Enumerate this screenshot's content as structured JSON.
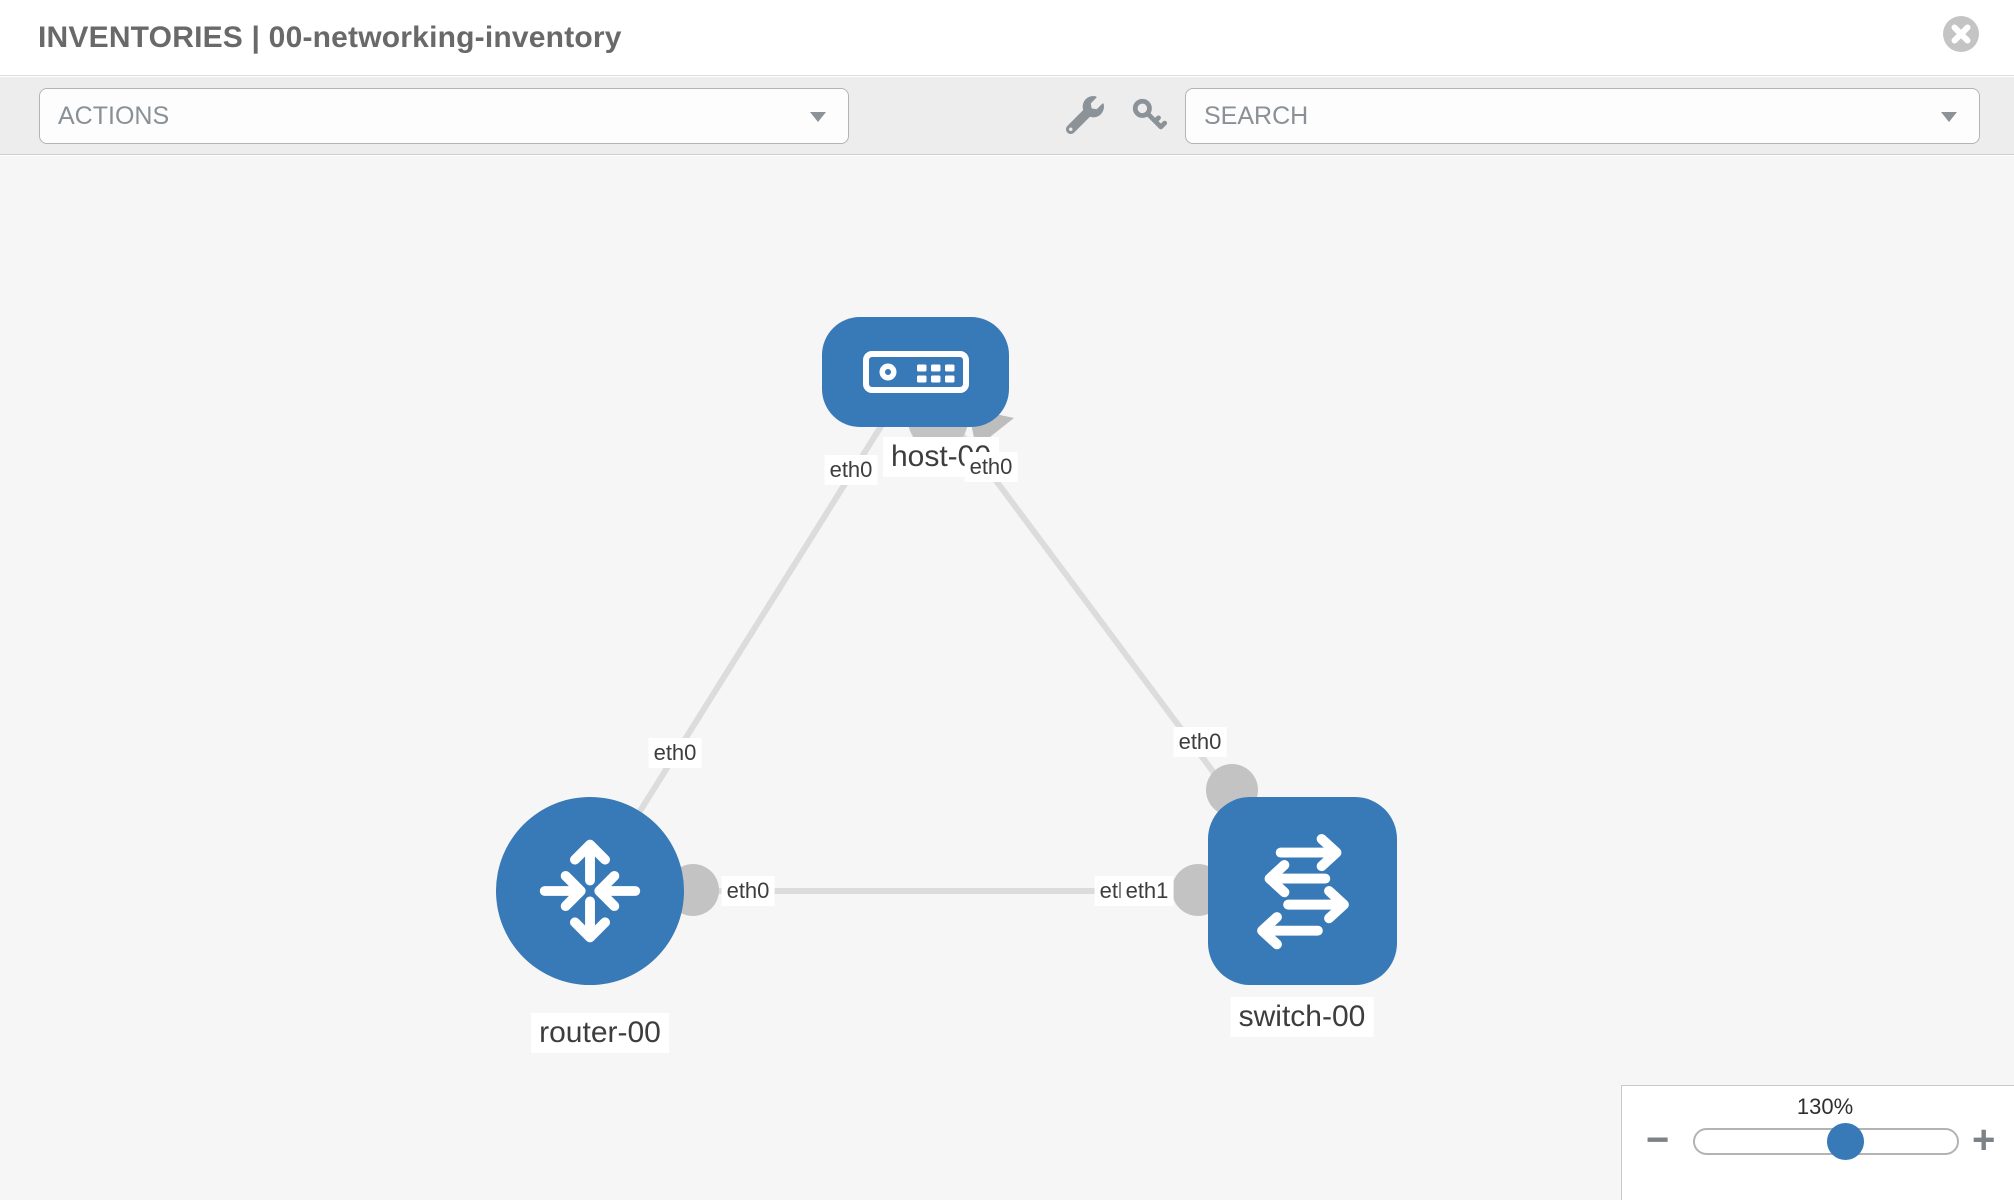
{
  "header": {
    "title": "INVENTORIES | 00-networking-inventory"
  },
  "toolbar": {
    "actions_label": "ACTIONS",
    "search_label": "SEARCH",
    "icons": [
      "wrench",
      "key"
    ]
  },
  "topology": {
    "nodes": {
      "host": {
        "label": "host-00",
        "type": "host",
        "shape": "rounded-rect"
      },
      "router": {
        "label": "router-00",
        "type": "router",
        "shape": "circle"
      },
      "switch": {
        "label": "switch-00",
        "type": "switch",
        "shape": "rounded-square"
      }
    },
    "interfaces": {
      "host_left": "eth0",
      "host_right": "eth0",
      "router_uplink": "eth0",
      "switch_uplink": "eth0",
      "router_lan": "eth0",
      "switch_lan_under": "eth0",
      "switch_lan_over": "eth1"
    },
    "links": [
      {
        "from": "router-00",
        "from_if": "eth0",
        "to": "host-00",
        "to_if": "eth0"
      },
      {
        "from": "switch-00",
        "from_if": "eth0",
        "to": "host-00",
        "to_if": "eth0"
      },
      {
        "from": "router-00",
        "from_if": "eth0",
        "to": "switch-00",
        "to_if": "eth1"
      }
    ]
  },
  "zoom_control": {
    "level": "130%",
    "minus_label": "−",
    "plus_label": "+"
  },
  "colors": {
    "node": "#3879b7",
    "link": "#dcdcdc",
    "connector": "#c3c3c3",
    "canvas": "#f6f6f6"
  }
}
